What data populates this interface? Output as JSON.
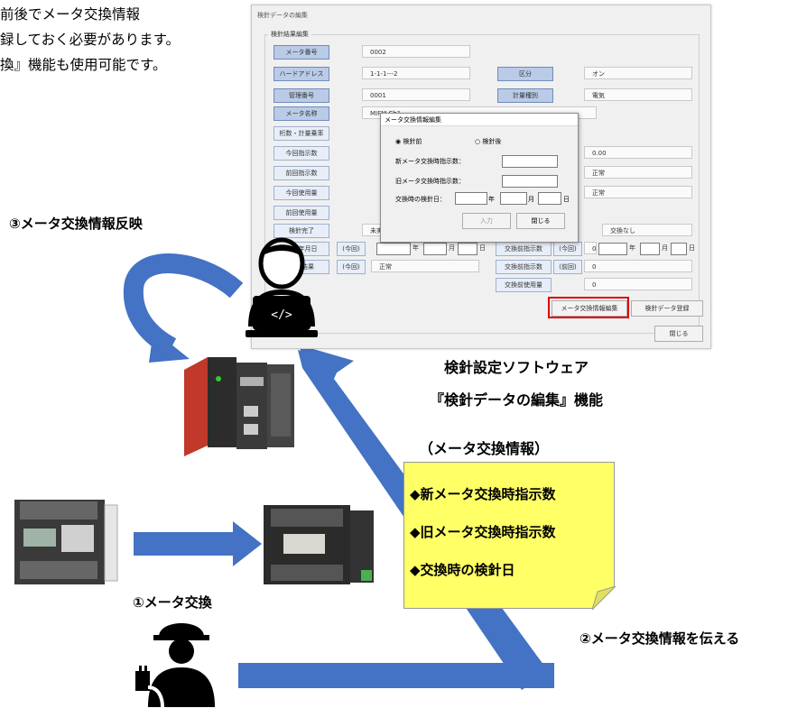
{
  "intro_lines": [
    "前後でメータ交換情報",
    "録しておく必要があります。",
    "換』機能も使用可能です。"
  ],
  "steps": {
    "step3": "③メータ交換情報反映",
    "step1": "①メータ交換",
    "step2": "②メータ交換情報を伝える"
  },
  "software": {
    "caption_line1": "検針設定ソフトウェア",
    "caption_line2": "『検針データの編集』機能",
    "window_title": "検針データの編集",
    "group_label": "検針結果編集",
    "left_rows": [
      {
        "label": "メータ番号",
        "value": "0002"
      },
      {
        "label": "ハードアドレス",
        "value": "1-1-1---2"
      },
      {
        "label": "管理番号",
        "value": "0001"
      },
      {
        "label": "メータ名称",
        "value": "MIFM Ch1"
      },
      {
        "label": "桁数・計量乗率",
        "value": ""
      },
      {
        "label": "今回指示数",
        "value": ""
      },
      {
        "label": "前回指示数",
        "value": ""
      },
      {
        "label": "今回使用量",
        "value": ""
      },
      {
        "label": "前回使用量",
        "value": ""
      },
      {
        "label": "検針完了",
        "value": "未実"
      },
      {
        "label": "検針年月日",
        "sub": "(今回)",
        "value": ""
      },
      {
        "label": "検針結果",
        "sub": "(今回)",
        "value": "正常"
      }
    ],
    "right_rows": [
      {
        "label": "区分",
        "value": "オン"
      },
      {
        "label": "計量種別",
        "value": "電気"
      },
      {
        "label": "",
        "value": "0.00"
      },
      {
        "label": "",
        "value": "正常"
      },
      {
        "label": "",
        "value": "正常"
      },
      {
        "label": "",
        "value": "交換なし"
      },
      {
        "label": "交換前指示数",
        "sub": "(今回)",
        "value": "0"
      },
      {
        "label": "交換前指示数",
        "sub": "(前回)",
        "value": "0"
      },
      {
        "label": "交換前使用量",
        "value": "0"
      }
    ],
    "date_year": "年",
    "date_month": "月",
    "date_day": "日",
    "buttons": {
      "edit": "メータ交換情報編集",
      "register": "検針データ登録",
      "close": "閉じる"
    },
    "dialog": {
      "title": "メータ交換情報編集",
      "radio_before": "検針前",
      "radio_after": "検針後",
      "new_reading": "新メータ交換時指示数：",
      "old_reading": "旧メータ交換時指示数：",
      "exchange_date": "交換時の検針日：",
      "year": "年",
      "month": "月",
      "day": "日",
      "input_btn": "入力",
      "close_btn": "閉じる"
    }
  },
  "note": {
    "title": "（メータ交換情報）",
    "items": [
      "◆新メータ交換時指示数",
      "◆旧メータ交換時指示数",
      "◆交換時の検針日"
    ]
  },
  "colors": {
    "arrow_blue": "#4472c4",
    "note_yellow": "#ffff66",
    "highlight_red": "#e00000"
  }
}
